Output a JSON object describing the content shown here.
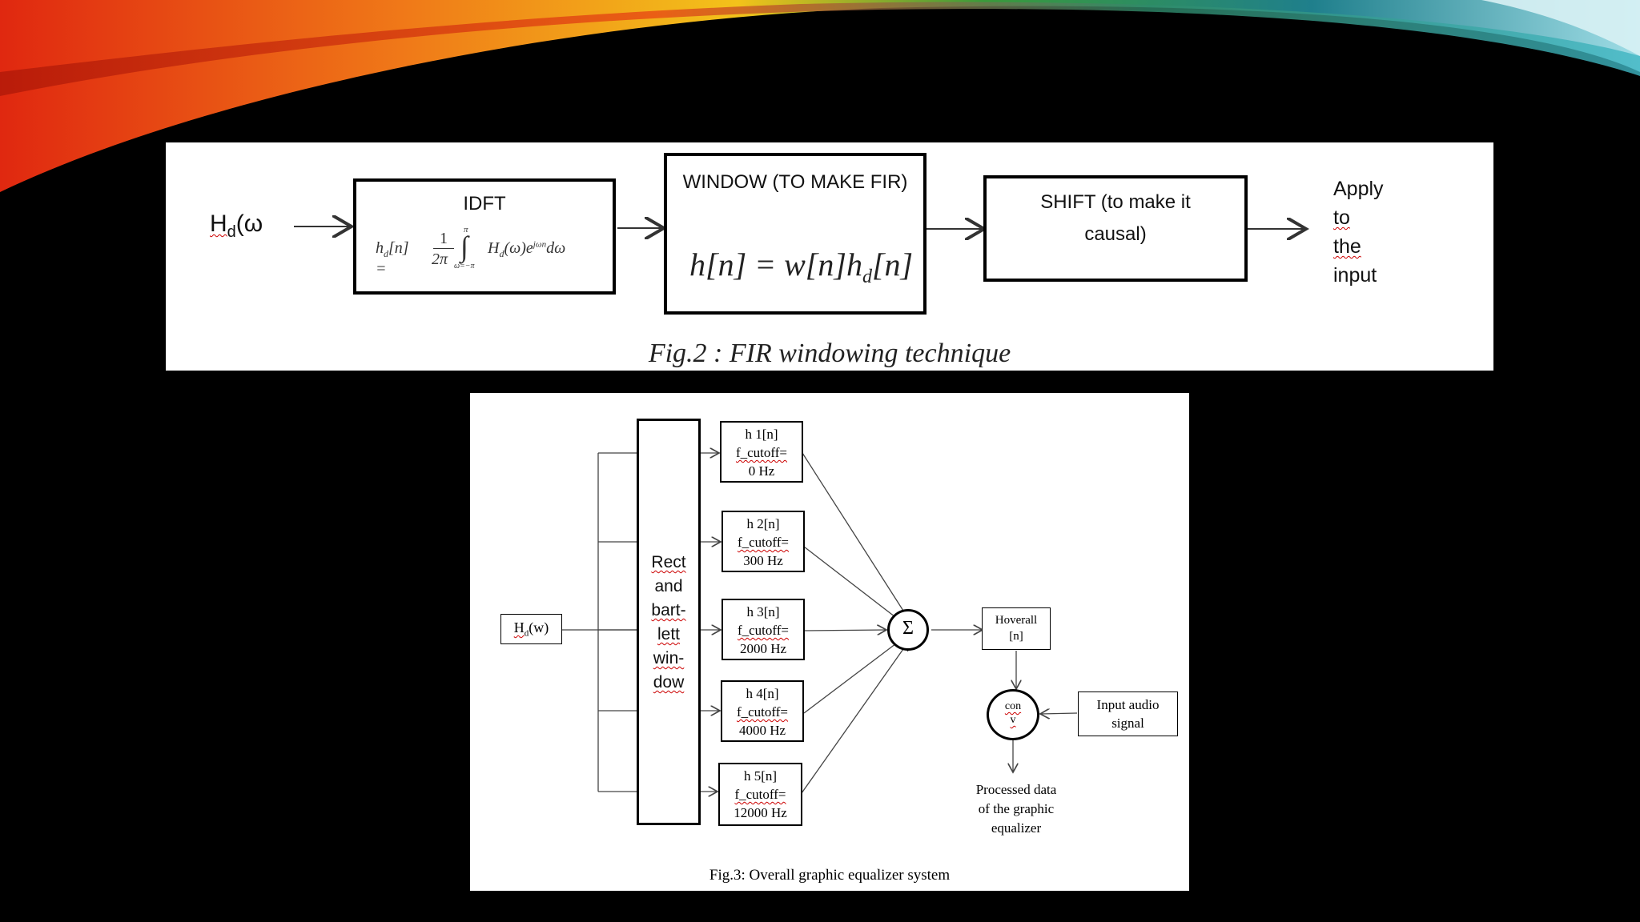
{
  "fig2": {
    "input_label": "H",
    "input_sub": "d",
    "input_tail": "(ω",
    "idft_title": "IDFT",
    "idft_formula": "h_d[n] = (1/2π) ∫_{ω=-π}^{π} H_d(ω) e^{jωn} dω",
    "window_title": "WINDOW (TO MAKE FIR)",
    "window_formula": "h[n] = w[n]h_d[n]",
    "shift_title": "SHIFT (to make it causal)",
    "apply_lines": [
      "Apply",
      "to",
      "the",
      "input"
    ],
    "caption": "Fig.2 : FIR windowing technique"
  },
  "fig3": {
    "input_label": "H",
    "input_sub": "d",
    "input_tail": "(w)",
    "window_lines": [
      "Rect",
      "and",
      "bart-",
      "lett",
      "win-",
      "dow"
    ],
    "filters": [
      {
        "name": "h 1[n]",
        "line2": "f_cutoff=",
        "line3": "0 Hz"
      },
      {
        "name": "h 2[n]",
        "line2": "f_cutoff=",
        "line3": "300 Hz"
      },
      {
        "name": "h 3[n]",
        "line2": "f_cutoff=",
        "line3": "2000 Hz"
      },
      {
        "name": "h 4[n]",
        "line2": "f_cutoff=",
        "line3": "4000 Hz"
      },
      {
        "name": "h 5[n]",
        "line2": "f_cutoff=",
        "line3": "12000 Hz"
      }
    ],
    "sum_symbol": "Σ",
    "hoverall_lines": [
      "Hoverall",
      "[n]"
    ],
    "conv_lines": [
      "con",
      "v"
    ],
    "input_audio_lines": [
      "Input audio",
      "signal"
    ],
    "output_lines": [
      "Processed data",
      "of the graphic",
      "equalizer"
    ],
    "caption": "Fig.3: Overall graphic equalizer system"
  },
  "colors": {
    "background": "#000000",
    "panel": "#ffffff",
    "deco_red": "#e02810",
    "deco_orange": "#f3a21a",
    "deco_green": "#3a9a3a",
    "deco_teal": "#3fb6c4"
  }
}
